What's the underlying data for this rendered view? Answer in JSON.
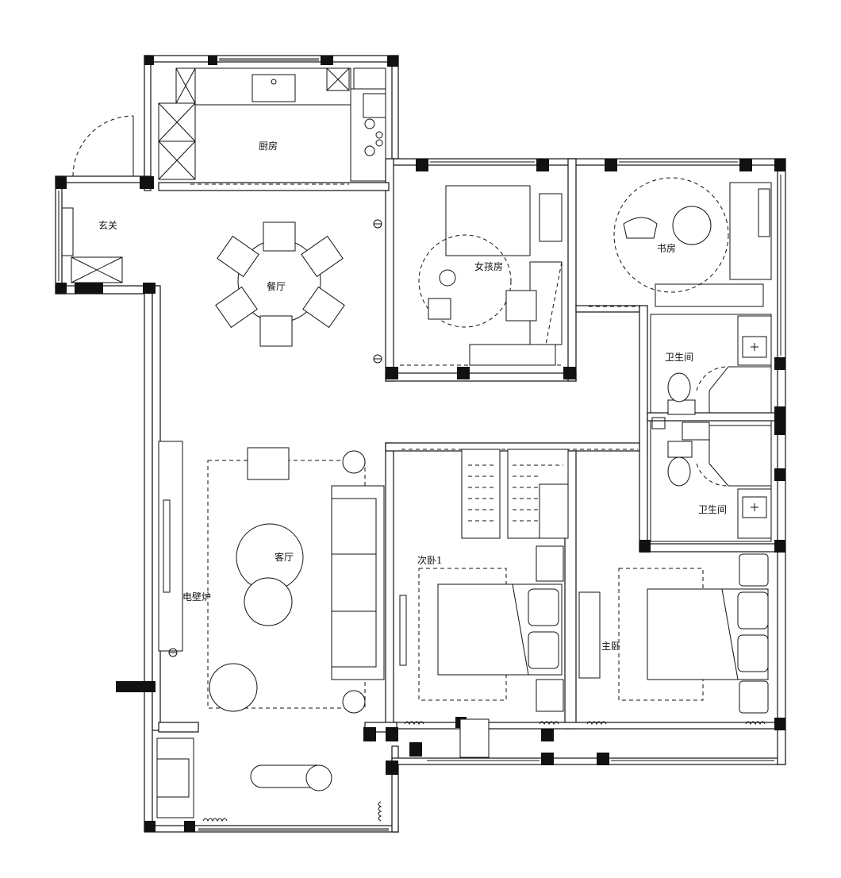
{
  "rooms": {
    "kitchen": "厨房",
    "entrance": "玄关",
    "dining": "餐厅",
    "girl_room": "女孩房",
    "study": "书房",
    "bathroom_1": "卫生间",
    "bathroom_2": "卫生间",
    "living": "客厅",
    "fireplace": "电壁炉",
    "second_bedroom": "次卧1",
    "master_bedroom": "主卧"
  },
  "colors": {
    "line": "#111111",
    "background": "#ffffff"
  }
}
